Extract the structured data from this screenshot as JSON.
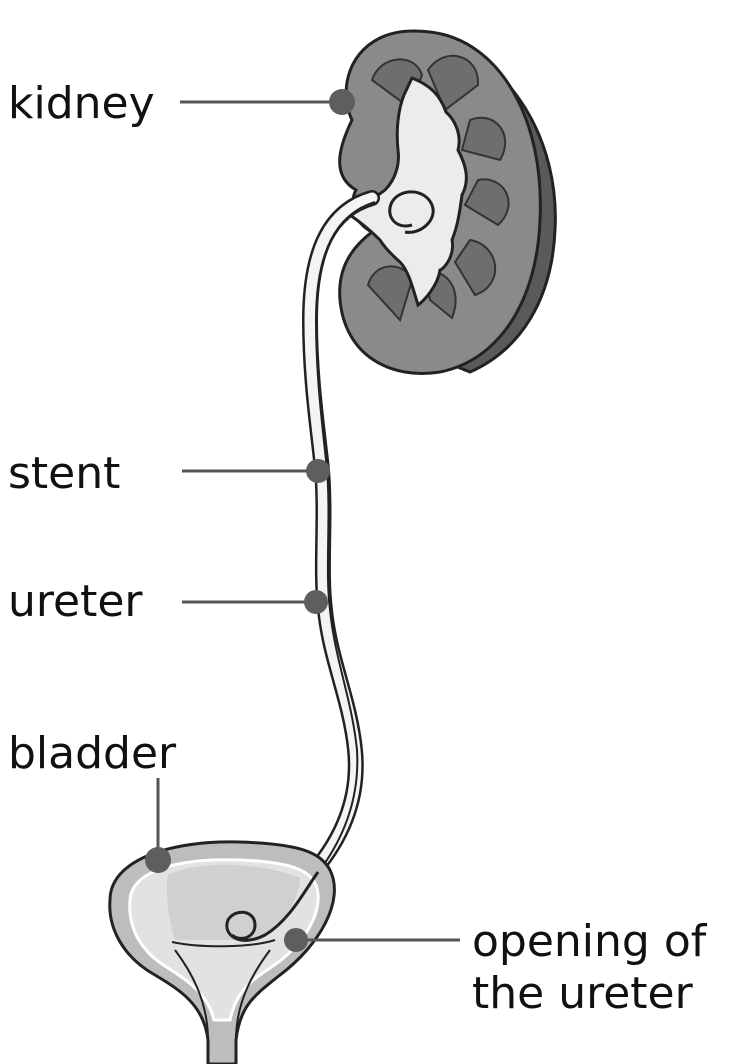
{
  "labels": {
    "kidney": "kidney",
    "stent": "stent",
    "ureter": "ureter",
    "bladder": "bladder",
    "opening_line1": "opening of",
    "opening_line2": "the ureter"
  },
  "colors": {
    "outline": "#222222",
    "kidney_cortex": "#8a8a8a",
    "kidney_side": "#5a5a5a",
    "kidney_pyramid": "#6e6e6e",
    "kidney_pelvis": "#ececec",
    "bladder_wall": "#bdbdbd",
    "bladder_inner": "#e2e2e2",
    "bladder_trigone": "#d0d0d0",
    "leader_line": "#555555",
    "marker_dot": "#5e5e5e",
    "ureter_fill": "#f4f4f4"
  }
}
